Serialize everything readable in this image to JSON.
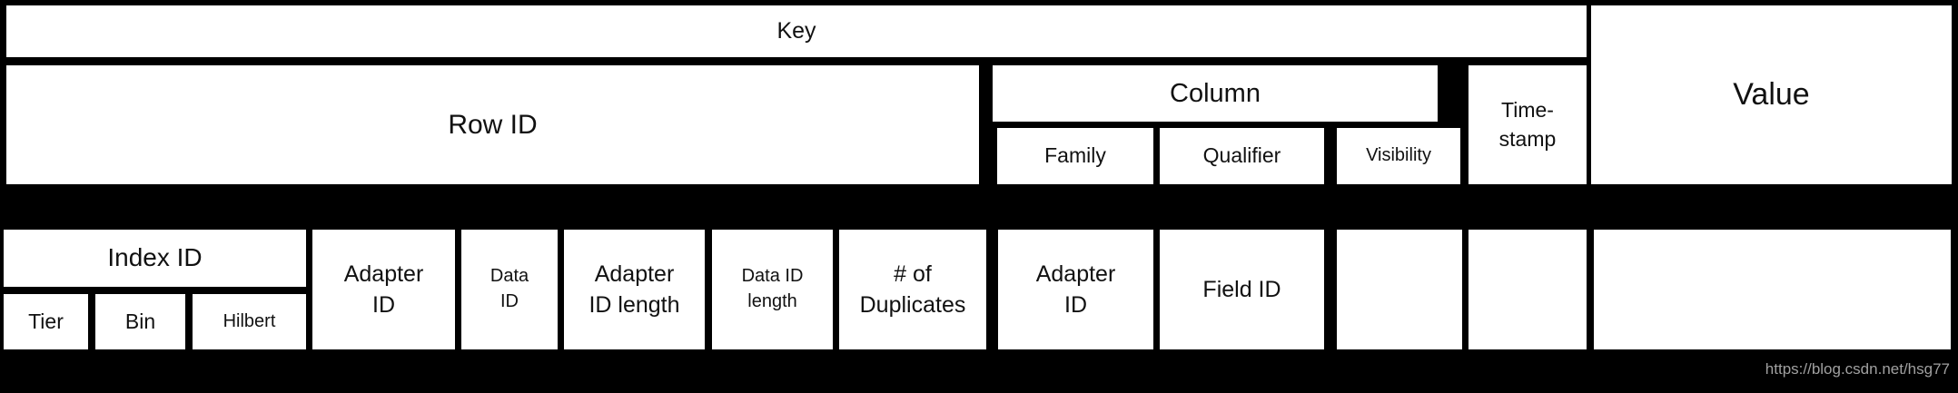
{
  "diagram": {
    "top": {
      "key": "Key",
      "row_id": "Row ID",
      "column": "Column",
      "family": "Family",
      "qualifier": "Qualifier",
      "visibility": "Visibility",
      "timestamp": "Time-\nstamp",
      "value": "Value"
    },
    "bottom": {
      "index_id": "Index ID",
      "tier": "Tier",
      "bin": "Bin",
      "hilbert": "Hilbert",
      "adapter_id": "Adapter\nID",
      "data_id": "Data\nID",
      "adapter_id_length": "Adapter\nID length",
      "data_id_length": "Data ID\nlength",
      "num_duplicates": "# of\nDuplicates",
      "column_adapter_id": "Adapter\nID",
      "field_id": "Field ID"
    }
  },
  "colors": {
    "background": "#000000",
    "cell_fill": "#ffffff",
    "text": "#111111",
    "watermark": "#a0a0a0"
  },
  "watermark": "https://blog.csdn.net/hsg77"
}
